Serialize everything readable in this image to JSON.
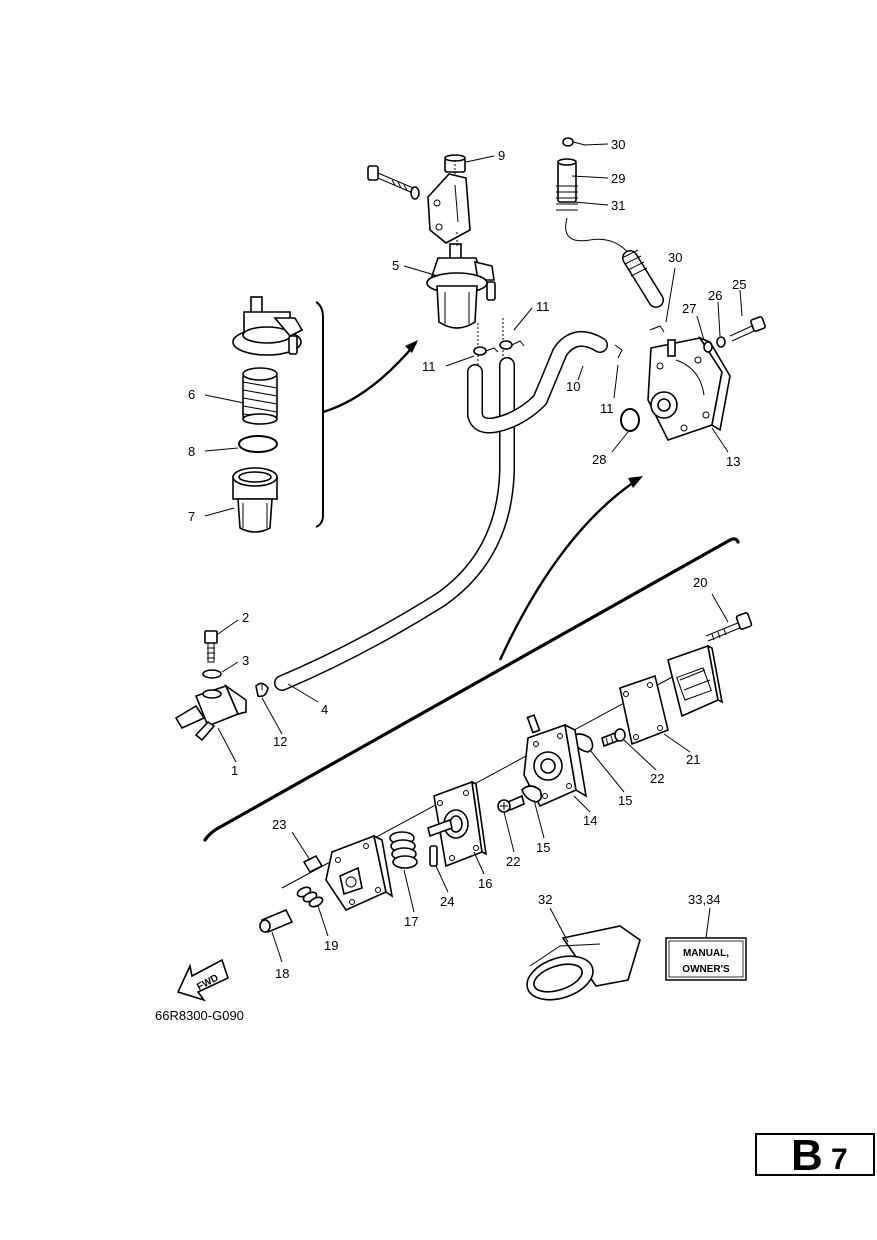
{
  "diagram_code": "66R8300-G090",
  "page_badge": {
    "letter": "B",
    "number": "7"
  },
  "fwd_label": "FWD",
  "owners_manual": {
    "line1": "MANUAL,",
    "line2": "OWNER'S"
  },
  "callouts": {
    "c1": "1",
    "c2": "2",
    "c3": "3",
    "c4": "4",
    "c5": "5",
    "c6": "6",
    "c7": "7",
    "c8": "8",
    "c9": "9",
    "c10": "10",
    "c11a": "11",
    "c11b": "11",
    "c11c": "11",
    "c12": "12",
    "c13": "13",
    "c14": "14",
    "c15a": "15",
    "c15b": "15",
    "c16": "16",
    "c17": "17",
    "c18": "18",
    "c19": "19",
    "c20": "20",
    "c21": "21",
    "c22a": "22",
    "c22b": "22",
    "c23": "23",
    "c24": "24",
    "c25": "25",
    "c26": "26",
    "c27": "27",
    "c28": "28",
    "c29": "29",
    "c30a": "30",
    "c30b": "30",
    "c31": "31",
    "c32": "32",
    "c3334": "33,34"
  }
}
